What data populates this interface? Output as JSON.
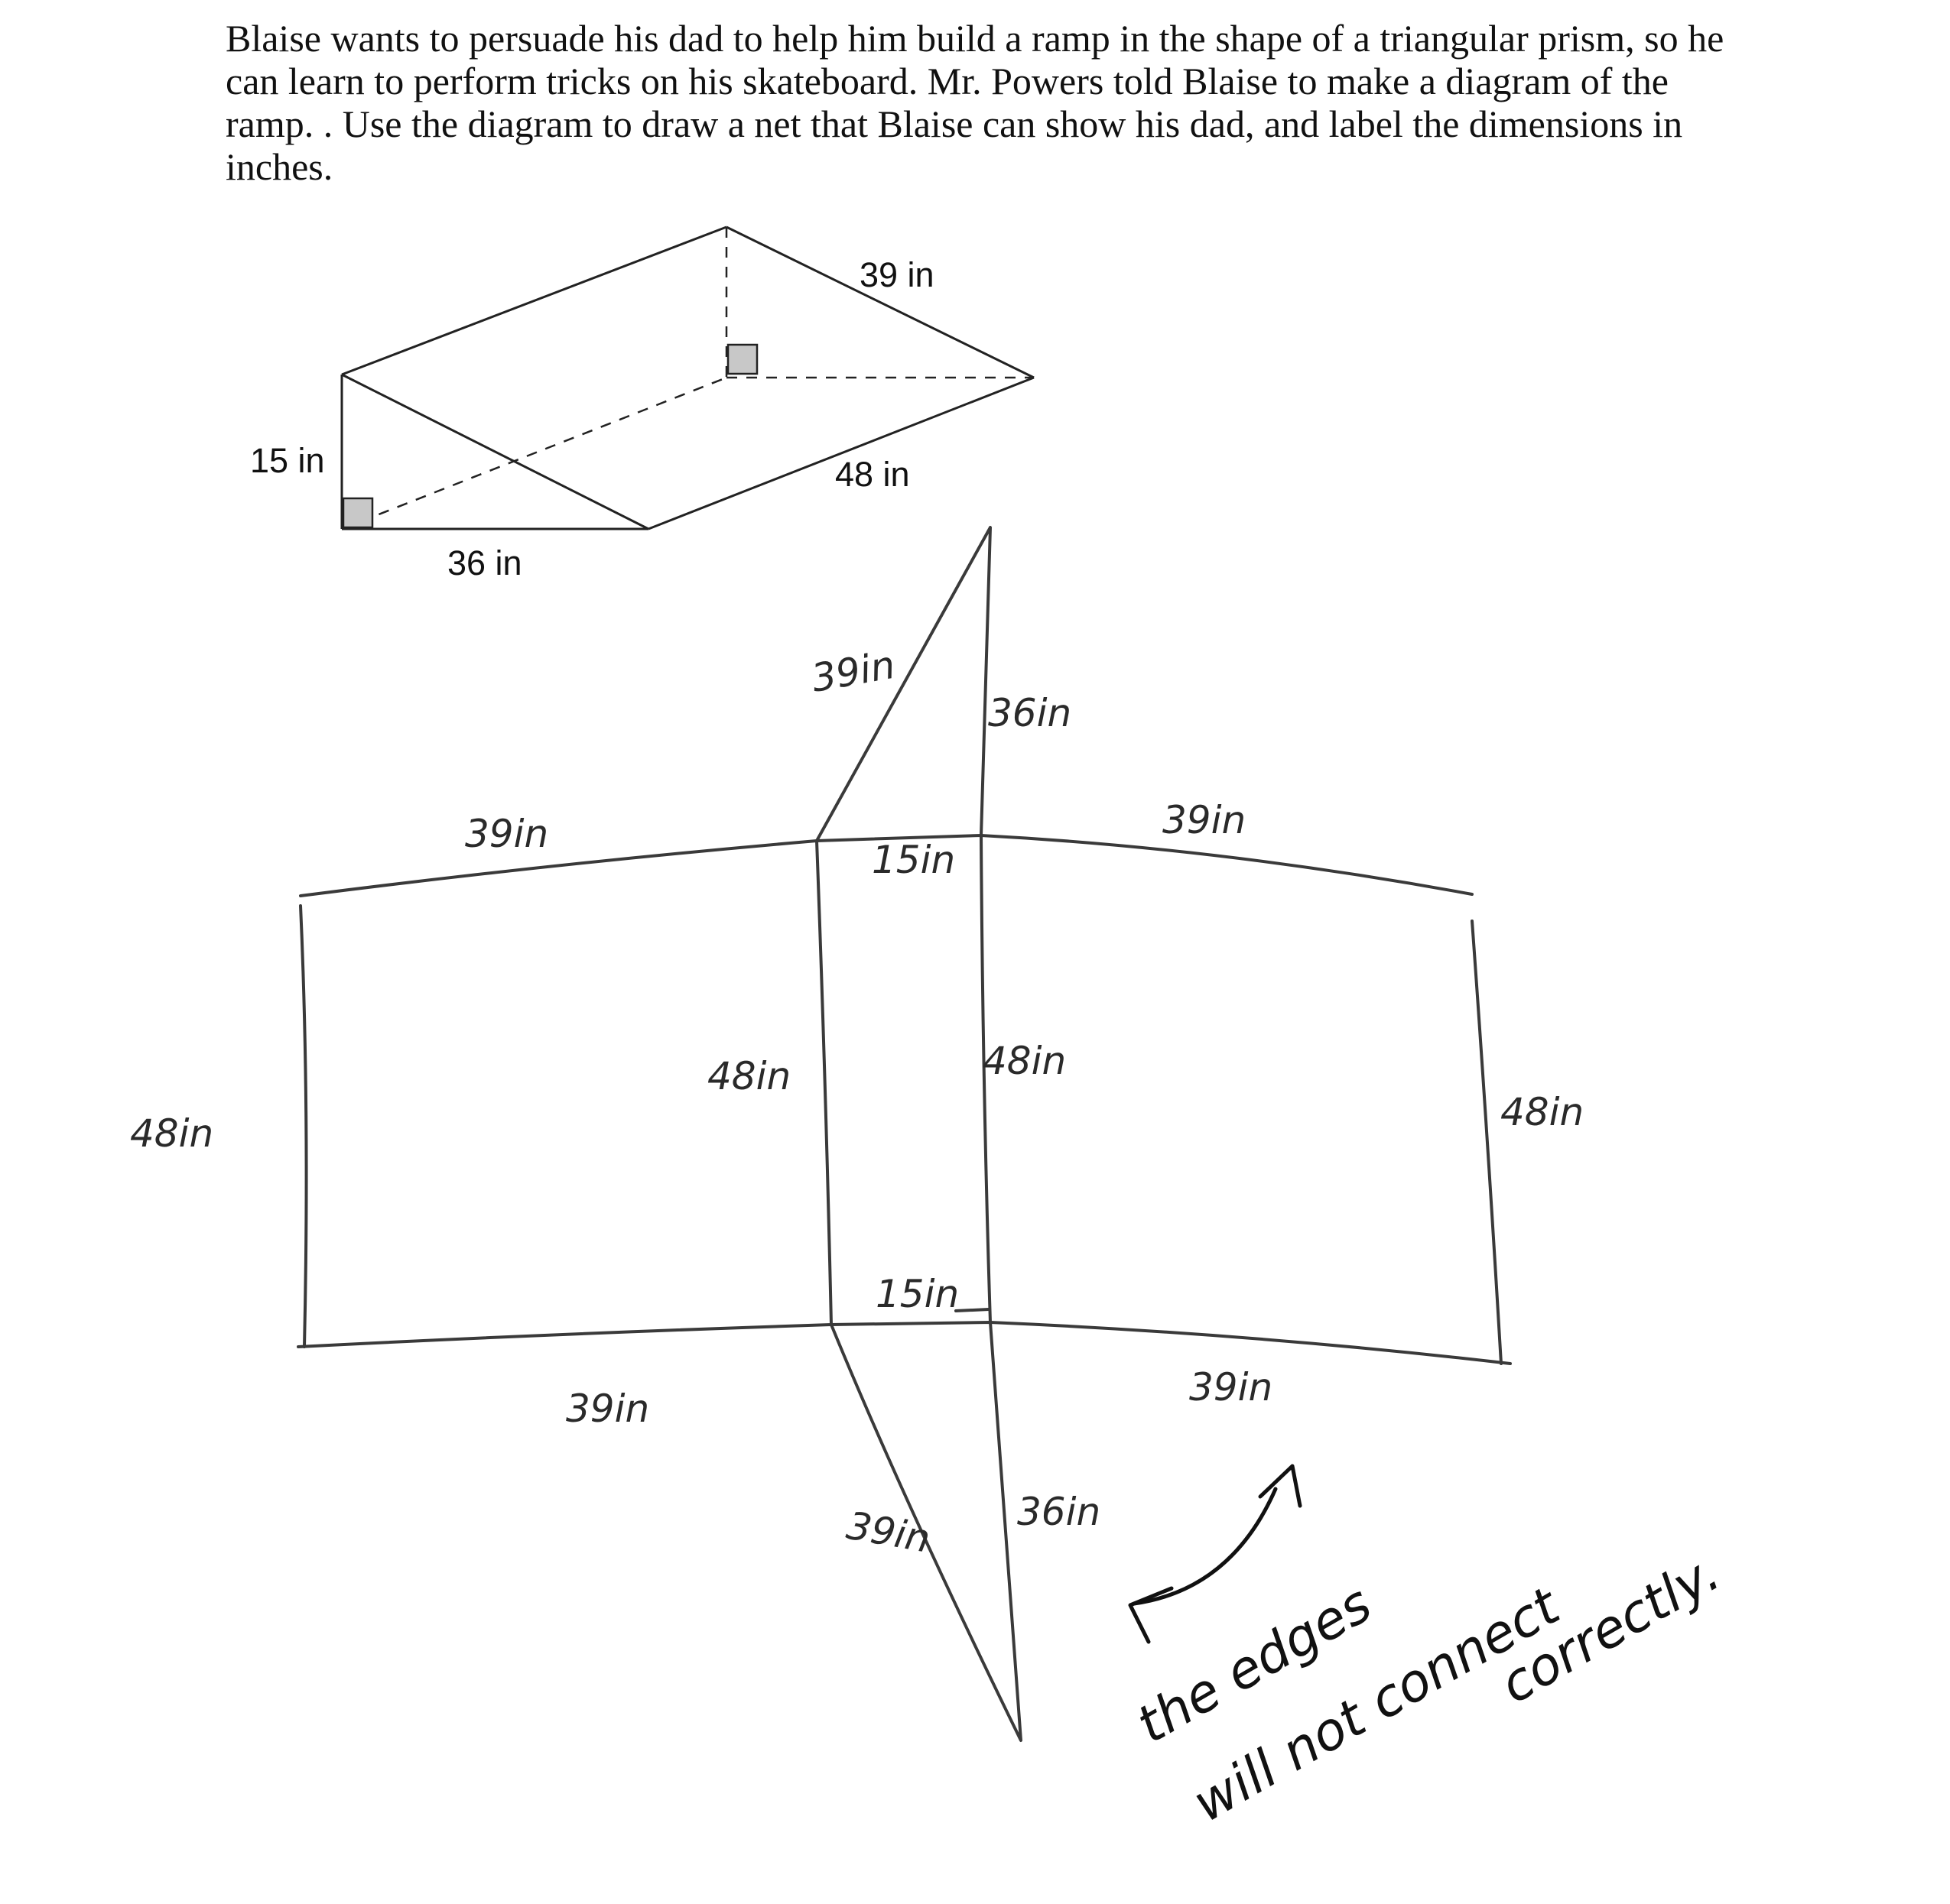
{
  "problem": {
    "text": "Blaise wants to persuade his dad to help him build a ramp in the shape of a triangular prism, so he can learn to perform tricks on his skateboard. Mr. Powers told Blaise to make a diagram of the ramp. . Use the diagram to draw a net that Blaise can show his dad, and label the dimensions in inches."
  },
  "prism_diagram": {
    "height_label": "15 in",
    "base_label": "36 in",
    "hypotenuse_label": "39 in",
    "length_label": "48 in"
  },
  "net_drawing": {
    "top_triangle_slant_label": "39in",
    "top_triangle_side_label": "36in",
    "left_rect_top_label": "39in",
    "right_rect_top_label": "39in",
    "center_rect_top_label": "15in",
    "center_rect_bottom_label": "15in",
    "left_rect_outer_label": "48in",
    "center_rect_left_label": "48in",
    "center_rect_right_label": "48in",
    "right_rect_outer_label": "48in",
    "left_rect_bottom_label": "39in",
    "right_rect_bottom_label": "39in",
    "bottom_triangle_slant_label": "39in",
    "bottom_triangle_side_label": "36in"
  },
  "teacher_note": {
    "line1": "the edges",
    "line2": "will not connect",
    "line3": "correctly."
  }
}
